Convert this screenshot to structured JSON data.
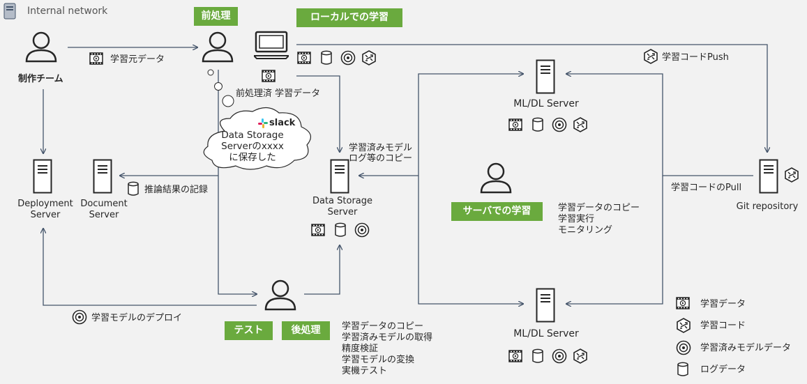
{
  "header": {
    "title": "Internal network",
    "icon": "server-rack-icon"
  },
  "colors": {
    "accent_green": "#6aaa3e",
    "line": "#44546a",
    "background": "#f2f2f2"
  },
  "nodes": {
    "team": "制作チーム",
    "deployment_server": "Deployment\nServer",
    "document_server": "Document\nServer",
    "data_storage_server": "Data Storage\nServer",
    "mldl_server_top": "ML/DL Server",
    "mldl_server_bottom": "ML/DL Server",
    "git_repository": "Git repository"
  },
  "stages": {
    "preprocess": "前処理",
    "local_training": "ローカルでの学習",
    "server_training": "サーバでの学習",
    "test": "テスト",
    "postprocess": "後処理"
  },
  "edges": {
    "source_data": "学習元データ",
    "preprocessed_data": "前処理済 学習データ",
    "model_log_copy": "学習済みモデル\nログ等のコピー",
    "inference_log": "推論結果の記録",
    "code_push": "学習コードPush",
    "code_pull": "学習コードのPull",
    "model_deploy": "学習モデルのデプロイ"
  },
  "notes": {
    "server_tasks": "学習データのコピー\n学習実行\nモニタリング",
    "post_tasks": "学習データのコピー\n学習済みモデルの取得\n精度検証\n学習モデルの変換\n実機テスト"
  },
  "thought": {
    "text": "Data Storage\nServerのxxxx\nに保存した",
    "app": "slack"
  },
  "legend": [
    {
      "icon": "film-data-icon",
      "label": "学習データ"
    },
    {
      "icon": "code-icon",
      "label": "学習コード"
    },
    {
      "icon": "model-disc-icon",
      "label": "学習済みモデルデータ"
    },
    {
      "icon": "cylinder-log-icon",
      "label": "ログデータ"
    }
  ]
}
